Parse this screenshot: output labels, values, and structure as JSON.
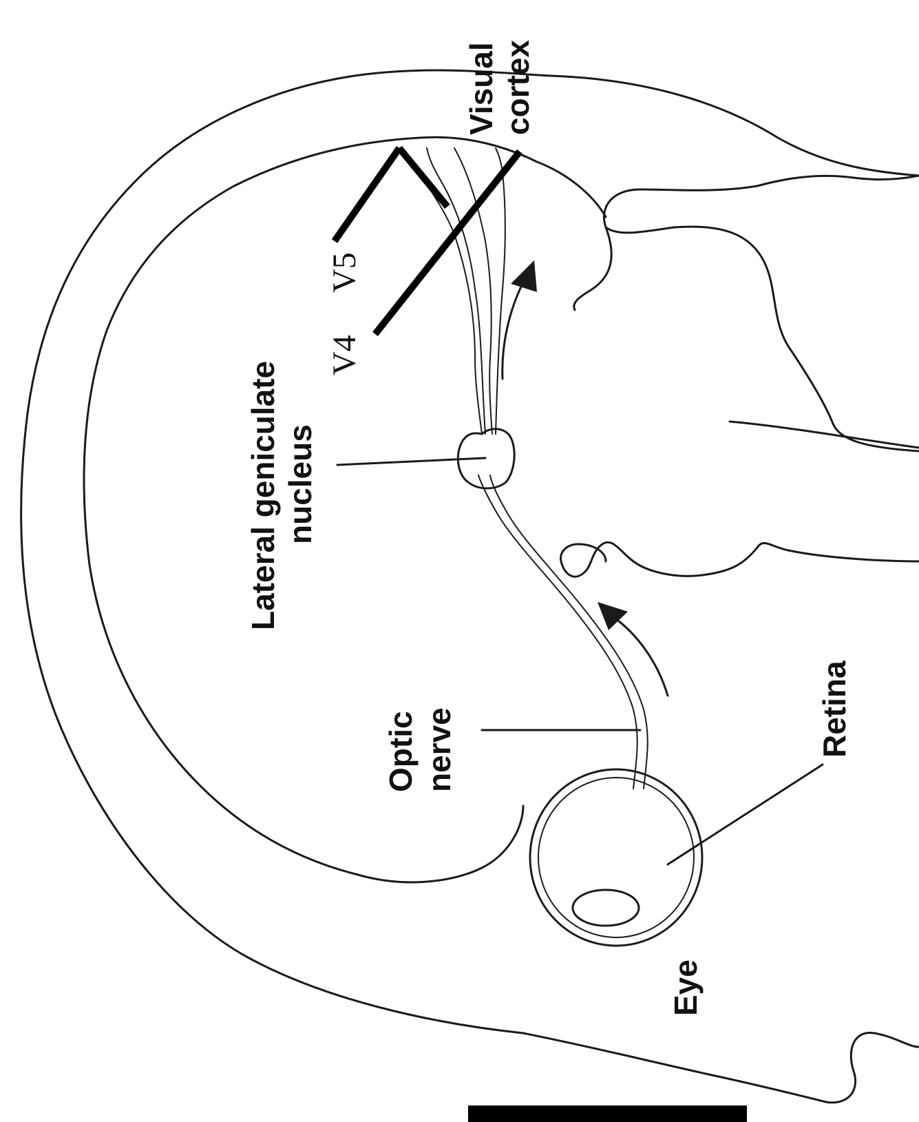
{
  "labels": {
    "visual_cortex_line1": "Visual",
    "visual_cortex_line2": "cortex",
    "lgn_line1": "Lateral geniculate",
    "lgn_line2": "nucleus",
    "optic_nerve_line1": "Optic",
    "optic_nerve_line2": "nerve",
    "retina": "Retina",
    "eye": "Eye",
    "v4": "V4",
    "v5": "V5"
  }
}
